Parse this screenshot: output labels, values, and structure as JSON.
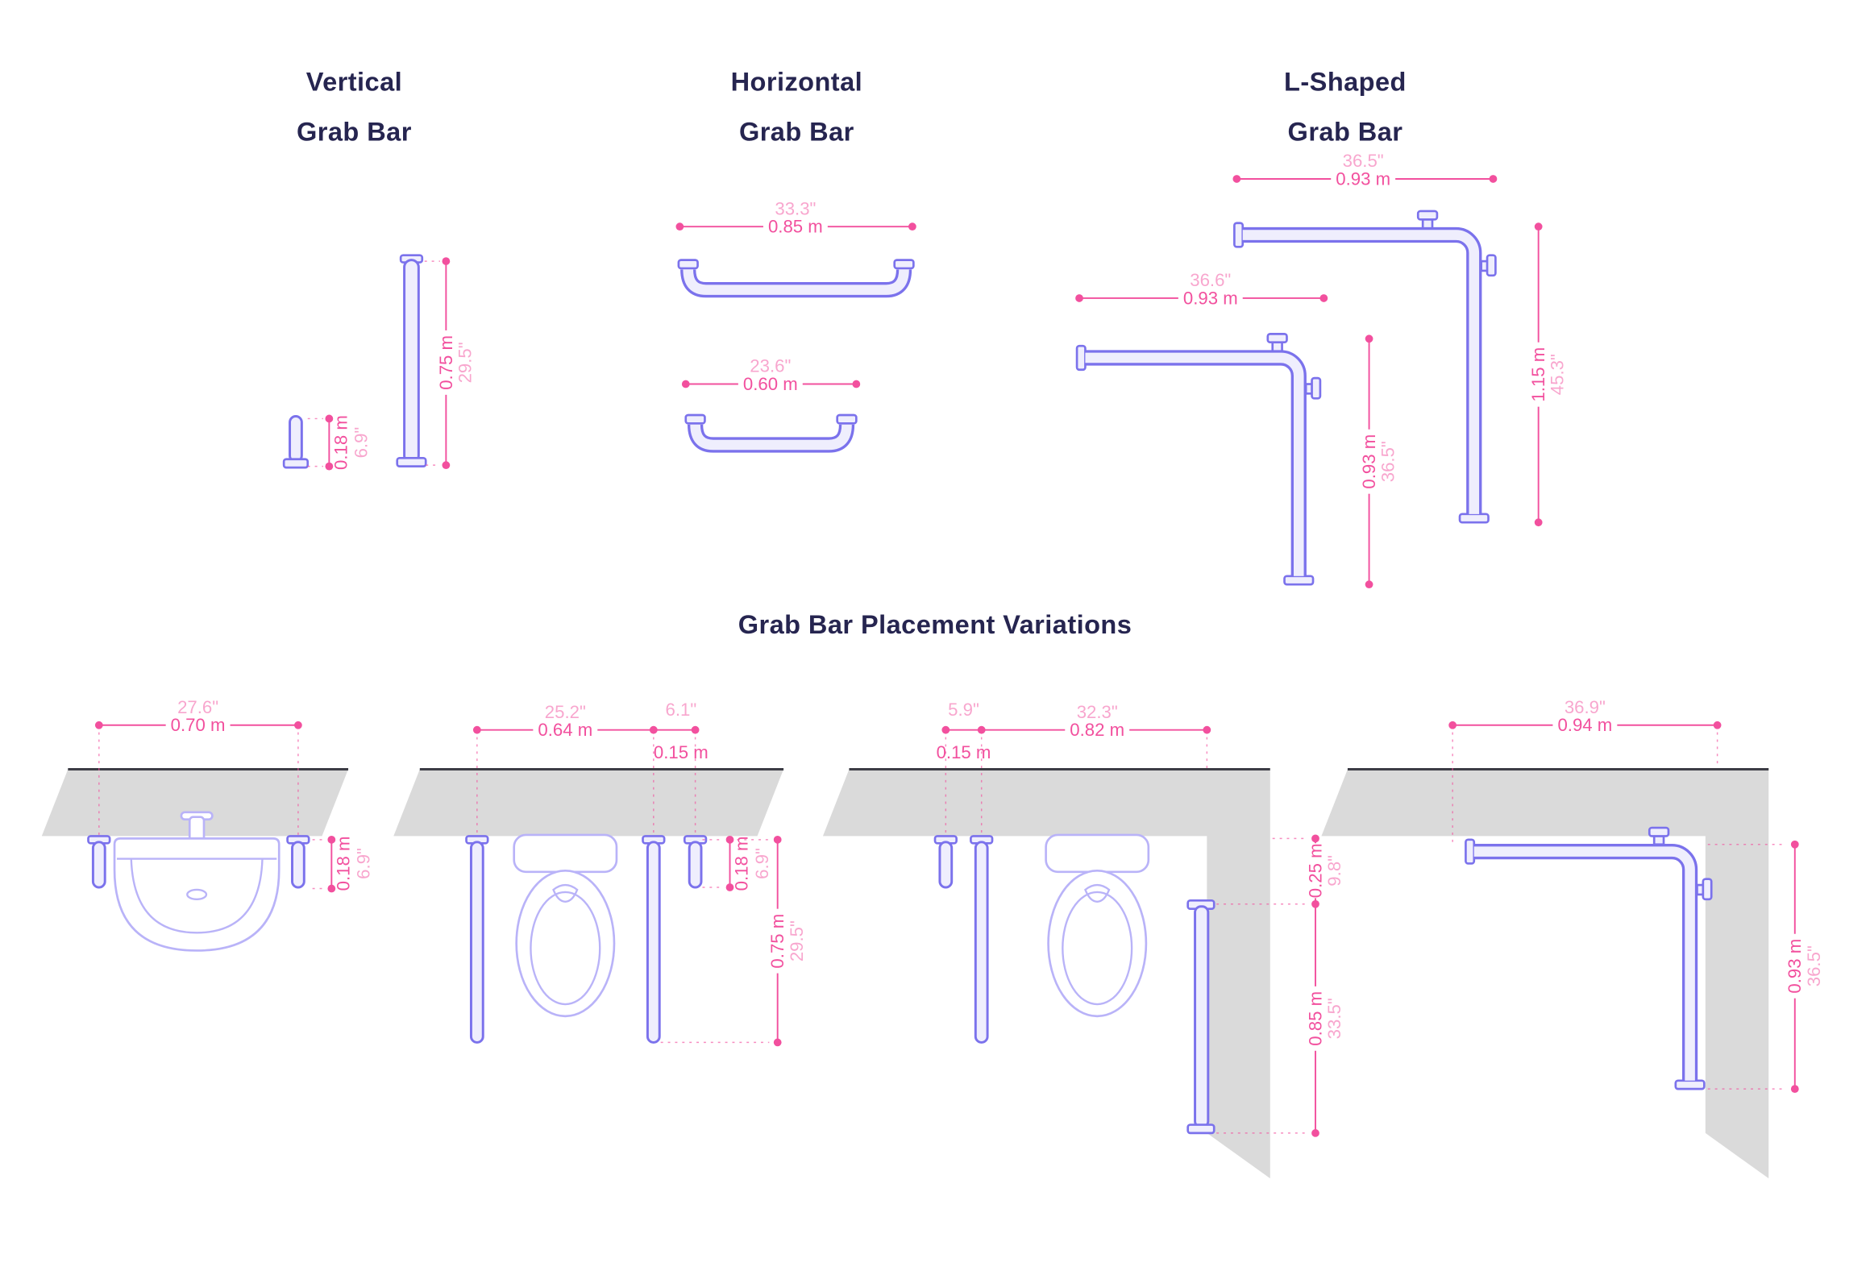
{
  "colors": {
    "dim": "#f2509e",
    "bar": "#7b72ec",
    "barfill": "#efeefd",
    "fixture": "#b9b3f8",
    "ink": "#262550",
    "wall": "#dadada",
    "wallline": "#3d3d45"
  },
  "titles": {
    "vertical1": "Vertical",
    "vertical2": "Grab Bar",
    "horizontal1": "Horizontal",
    "horizontal2": "Grab Bar",
    "lshaped1": "L-Shaped",
    "lshaped2": "Grab Bar",
    "placement": "Grab Bar Placement Variations"
  },
  "dims": {
    "vertical_bar_height": {
      "in": "29.5\"",
      "m": "0.75 m"
    },
    "vertical_bar_small": {
      "in": "6.9\"",
      "m": "0.18 m"
    },
    "horizontal_long": {
      "in": "33.3\"",
      "m": "0.85 m"
    },
    "horizontal_short": {
      "in": "23.6\"",
      "m": "0.60 m"
    },
    "l1_width": {
      "in": "36.5\"",
      "m": "0.93 m"
    },
    "l1_height": {
      "in": "45.3\"",
      "m": "1.15 m"
    },
    "l2_width": {
      "in": "36.6\"",
      "m": "0.93 m"
    },
    "l2_height": {
      "in": "36.5\"",
      "m": "0.93 m"
    },
    "sink_width": {
      "in": "27.6\"",
      "m": "0.70 m"
    },
    "sink_bar": {
      "in": "6.9\"",
      "m": "0.18 m"
    },
    "toilet_width": {
      "in": "25.2\"",
      "m": "0.64 m"
    },
    "toilet_offset": {
      "in": "6.1\"",
      "m": "0.15 m"
    },
    "toilet_bar_short": {
      "in": "6.9\"",
      "m": "0.18 m"
    },
    "toilet_bar_long": {
      "in": "29.5\"",
      "m": "0.75 m"
    },
    "corner_offset": {
      "in": "5.9\"",
      "m": "0.15 m"
    },
    "corner_width": {
      "in": "32.3\"",
      "m": "0.82 m"
    },
    "corner_gap": {
      "in": "9.8\"",
      "m": "0.25 m"
    },
    "corner_bar": {
      "in": "33.5\"",
      "m": "0.85 m"
    },
    "lcorner_width": {
      "in": "36.9\"",
      "m": "0.94 m"
    },
    "lcorner_height": {
      "in": "36.5\"",
      "m": "0.93 m"
    }
  }
}
